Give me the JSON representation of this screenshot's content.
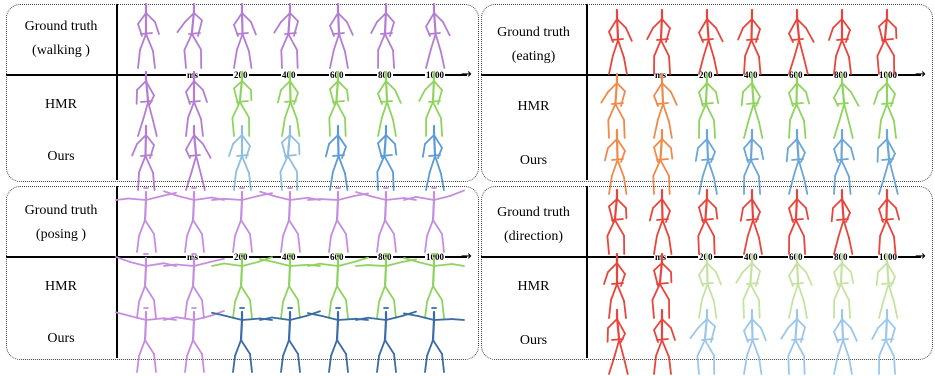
{
  "timeline": {
    "unit": "ms",
    "ticks": [
      "200",
      "400",
      "600",
      "800",
      "1000"
    ]
  },
  "panels": [
    {
      "id": "walking",
      "gt_line1": "Ground truth",
      "gt_line2": "(walking )",
      "hmr_label": "HMR",
      "ours_label": "Ours",
      "gt_color": "#b57cd3",
      "hmr_colors": [
        "#b57cd3",
        "#b57cd3",
        "#8fd45e",
        "#8fd45e",
        "#8fd45e",
        "#8fd45e",
        "#8fd45e"
      ],
      "ours_colors": [
        "#b57cd3",
        "#b57cd3",
        "#8fbfe0",
        "#8fbfe0",
        "#5b9bd5",
        "#5b9bd5",
        "#5b9bd5"
      ]
    },
    {
      "id": "eating",
      "gt_line1": "Ground truth",
      "gt_line2": "(eating)",
      "hmr_label": "HMR",
      "ours_label": "Ours",
      "gt_color": "#e8453c",
      "hmr_colors": [
        "#f08a4b",
        "#f08a4b",
        "#8fd45e",
        "#8fd45e",
        "#8fd45e",
        "#8fd45e",
        "#8fd45e"
      ],
      "ours_colors": [
        "#f08a4b",
        "#f08a4b",
        "#6aa6d8",
        "#6aa6d8",
        "#6aa6d8",
        "#6aa6d8",
        "#6aa6d8"
      ]
    },
    {
      "id": "posing",
      "gt_line1": "Ground truth",
      "gt_line2": "(posing )",
      "hmr_label": "HMR",
      "ours_label": "Ours",
      "gt_color": "#c78ee0",
      "hmr_colors": [
        "#c78ee0",
        "#c78ee0",
        "#8fd45e",
        "#8fd45e",
        "#8fd45e",
        "#8fd45e",
        "#8fd45e"
      ],
      "ours_colors": [
        "#c78ee0",
        "#c78ee0",
        "#3a6da3",
        "#3a6da3",
        "#3a6da3",
        "#3a6da3",
        "#3a6da3"
      ]
    },
    {
      "id": "direction",
      "gt_line1": "Ground truth",
      "gt_line2": "(direction)",
      "hmr_label": "HMR",
      "ours_label": "Ours",
      "gt_color": "#e8453c",
      "hmr_colors": [
        "#e8453c",
        "#e8453c",
        "#c5e3a0",
        "#c5e3a0",
        "#c5e3a0",
        "#c5e3a0",
        "#c5e3a0"
      ],
      "ours_colors": [
        "#e8453c",
        "#e8453c",
        "#9cc7ea",
        "#9cc7ea",
        "#9cc7ea",
        "#9cc7ea",
        "#9cc7ea"
      ]
    }
  ]
}
